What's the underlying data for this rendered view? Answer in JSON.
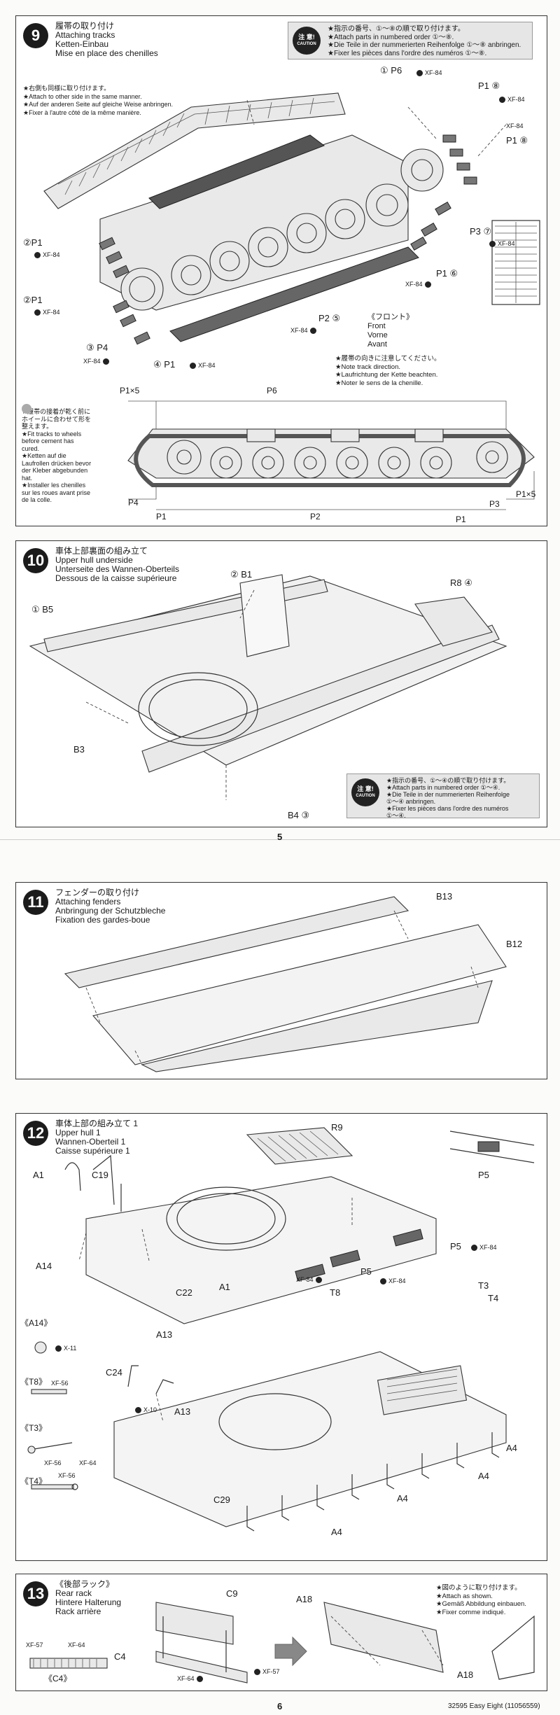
{
  "step9": {
    "num": "9",
    "title_jp": "履帯の取り付け",
    "title_en": "Attaching tracks",
    "title_de": "Ketten-Einbau",
    "title_fr": "Mise en place des chenilles",
    "side_note": [
      "★右側も同様に取り付けます。",
      "★Attach to other side in the same manner.",
      "★Auf der anderen Seite auf gleiche Weise anbringen.",
      "★Fixer à l'autre côté de la même manière."
    ],
    "caution_badge": "注 意!",
    "caution_badge_en": "CAUTION",
    "caution_lines": [
      "★指示の番号、①～⑧の順で取り付けます。",
      "★Attach parts in numbered order ①～⑧.",
      "★Die Teile in der nummerierten Reihenfolge ①～⑧ anbringen.",
      "★Fixer les pièces dans l'ordre des numéros ①～⑧."
    ],
    "front_label": "《フロント》",
    "front_en": "Front",
    "front_de": "Vorne",
    "front_fr": "Avant",
    "direction_note": [
      "★履帯の向きに注意してください。",
      "★Note track direction.",
      "★Laufrichtung der Kette beachten.",
      "★Noter le sens de la chenille."
    ],
    "glue_note": [
      "★履帯の接着が乾く前に",
      "ホイールに合わせて形を",
      "整えます。",
      "★Fit tracks to wheels",
      "before cement has",
      "cured.",
      "★Ketten auf die",
      "Laufrollen drücken bevor",
      "der Kleber abgebunden",
      "hat.",
      "★Installer les chenilles",
      "sur les roues avant prise",
      "de la colle."
    ],
    "parts": {
      "p6": "P6",
      "p1": "P1",
      "p3": "P3",
      "p2": "P2",
      "p4": "P4",
      "n1": "①",
      "n2": "②",
      "n3": "③",
      "n4": "④",
      "n5": "⑤",
      "n6": "⑥",
      "n7": "⑦",
      "n8": "⑧",
      "paint": "XF-84"
    },
    "side_labels": {
      "p1x5": "P1×5",
      "p6": "P6",
      "p1": "P1",
      "p4": "P4",
      "p2": "P2",
      "p3": "P3",
      "p1x5b": "P1×5"
    }
  },
  "step10": {
    "num": "10",
    "title_jp": "車体上部裏面の組み立て",
    "title_en": "Upper hull underside",
    "title_de": "Unterseite des Wannen-Oberteils",
    "title_fr": "Dessous de la caisse supérieure",
    "labels": {
      "b1": "② B1",
      "b5": "① B5",
      "r8": "R8 ④",
      "b3": "B3",
      "b4": "B4 ③"
    },
    "caution_badge": "注 意!",
    "caution_badge_en": "CAUTION",
    "caution_lines": [
      "★指示の番号、①～④の順で取り付けます。",
      "★Attach parts in numbered order ①～④.",
      "★Die Teile in der nummerierten Reihenfolge",
      "①～④ anbringen.",
      "★Fixer les pièces dans l'ordre des numéros",
      "①～④."
    ]
  },
  "page5": "5",
  "step11": {
    "num": "11",
    "title_jp": "フェンダーの取り付け",
    "title_en": "Attaching fenders",
    "title_de": "Anbringung der Schutzbleche",
    "title_fr": "Fixation des gardes-boue",
    "labels": {
      "b13": "B13",
      "b12": "B12"
    }
  },
  "step12": {
    "num": "12",
    "title_jp": "車体上部の組み立て 1",
    "title_en": "Upper hull 1",
    "title_de": "Wannen-Oberteil 1",
    "title_fr": "Caisse supérieure 1",
    "labels": {
      "r9": "R9",
      "p5": "P5",
      "a1": "A1",
      "c19": "C19",
      "a14": "A14",
      "c22": "C22",
      "a1b": "A1",
      "p5b": "P5",
      "p5c": "P5",
      "t8": "T8",
      "t3": "T3",
      "t4": "T4",
      "a13": "A13",
      "c24": "C24",
      "a13b": "A13",
      "c29": "C29",
      "a4": "A4",
      "a4b": "A4",
      "a4c": "A4",
      "a4d": "A4"
    },
    "paints": {
      "xf84": "XF-84",
      "x11": "X-11",
      "xf56": "XF-56",
      "xf64": "XF-64",
      "x10": "X-10"
    },
    "inset": {
      "a14": "《A14》",
      "t8": "《T8》",
      "t3": "《T3》",
      "t4": "《T4》"
    }
  },
  "step13": {
    "num": "13",
    "title_jp": "《後部ラック》",
    "title_en": "Rear rack",
    "title_de": "Hintere Halterung",
    "title_fr": "Rack arrière",
    "labels": {
      "c9": "C9",
      "c4": "C4",
      "a18": "A18",
      "a18b": "A18",
      "c4inset": "《C4》"
    },
    "paints": {
      "xf57": "XF-57",
      "xf64": "XF-64"
    },
    "note": [
      "★図のように取り付けます。",
      "★Attach as shown.",
      "★Gemäß Abbildung einbauen.",
      "★Fixer comme indiqué."
    ]
  },
  "page6": "6",
  "footer": "32595  Easy Eight (11056559)"
}
